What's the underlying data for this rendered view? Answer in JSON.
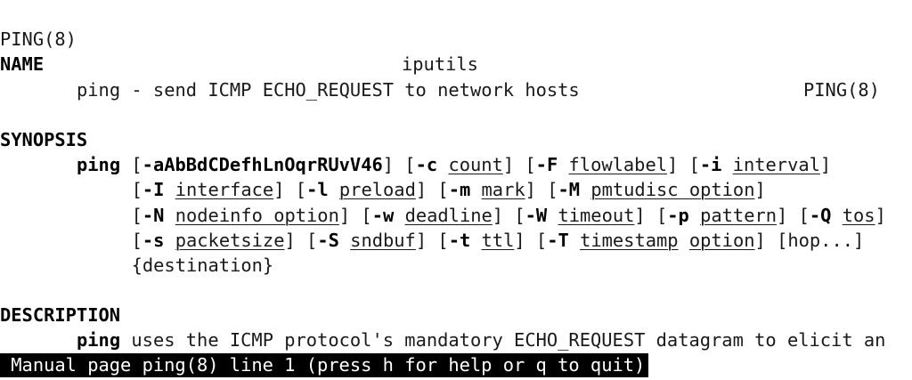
{
  "header": {
    "left": "PING(8)",
    "center": "iputils",
    "right": "PING(8)"
  },
  "name_section": {
    "heading": "NAME",
    "text": "ping - send ICMP ECHO_REQUEST to network hosts"
  },
  "synopsis_section": {
    "heading": "SYNOPSIS",
    "command": "ping",
    "lines": [
      [
        {
          "t": " [",
          "s": ""
        },
        {
          "t": "-aAbBdCDefhLnOqrRUvV46",
          "s": "b"
        },
        {
          "t": "] [",
          "s": ""
        },
        {
          "t": "-c",
          "s": "b"
        },
        {
          "t": " ",
          "s": ""
        },
        {
          "t": "count",
          "s": "u"
        },
        {
          "t": "] [",
          "s": ""
        },
        {
          "t": "-F",
          "s": "b"
        },
        {
          "t": " ",
          "s": ""
        },
        {
          "t": "flowlabel",
          "s": "u"
        },
        {
          "t": "] [",
          "s": ""
        },
        {
          "t": "-i",
          "s": "b"
        },
        {
          "t": " ",
          "s": ""
        },
        {
          "t": "interval",
          "s": "u"
        },
        {
          "t": "]",
          "s": ""
        }
      ],
      [
        {
          "t": "[",
          "s": ""
        },
        {
          "t": "-I",
          "s": "b"
        },
        {
          "t": " ",
          "s": ""
        },
        {
          "t": "interface",
          "s": "u"
        },
        {
          "t": "] [",
          "s": ""
        },
        {
          "t": "-l",
          "s": "b"
        },
        {
          "t": " ",
          "s": ""
        },
        {
          "t": "preload",
          "s": "u"
        },
        {
          "t": "] [",
          "s": ""
        },
        {
          "t": "-m",
          "s": "b"
        },
        {
          "t": " ",
          "s": ""
        },
        {
          "t": "mark",
          "s": "u"
        },
        {
          "t": "] [",
          "s": ""
        },
        {
          "t": "-M",
          "s": "b"
        },
        {
          "t": " ",
          "s": ""
        },
        {
          "t": "pmtudisc option",
          "s": "u"
        },
        {
          "t": "]",
          "s": ""
        }
      ],
      [
        {
          "t": "[",
          "s": ""
        },
        {
          "t": "-N",
          "s": "b"
        },
        {
          "t": " ",
          "s": ""
        },
        {
          "t": "nodeinfo option",
          "s": "u"
        },
        {
          "t": "] [",
          "s": ""
        },
        {
          "t": "-w",
          "s": "b"
        },
        {
          "t": " ",
          "s": ""
        },
        {
          "t": "deadline",
          "s": "u"
        },
        {
          "t": "] [",
          "s": ""
        },
        {
          "t": "-W",
          "s": "b"
        },
        {
          "t": " ",
          "s": ""
        },
        {
          "t": "timeout",
          "s": "u"
        },
        {
          "t": "] [",
          "s": ""
        },
        {
          "t": "-p",
          "s": "b"
        },
        {
          "t": " ",
          "s": ""
        },
        {
          "t": "pattern",
          "s": "u"
        },
        {
          "t": "] [",
          "s": ""
        },
        {
          "t": "-Q",
          "s": "b"
        },
        {
          "t": " ",
          "s": ""
        },
        {
          "t": "tos",
          "s": "u"
        },
        {
          "t": "]",
          "s": ""
        }
      ],
      [
        {
          "t": "[",
          "s": ""
        },
        {
          "t": "-s",
          "s": "b"
        },
        {
          "t": " ",
          "s": ""
        },
        {
          "t": "packetsize",
          "s": "u"
        },
        {
          "t": "] [",
          "s": ""
        },
        {
          "t": "-S",
          "s": "b"
        },
        {
          "t": " ",
          "s": ""
        },
        {
          "t": "sndbuf",
          "s": "u"
        },
        {
          "t": "] [",
          "s": ""
        },
        {
          "t": "-t",
          "s": "b"
        },
        {
          "t": " ",
          "s": ""
        },
        {
          "t": "ttl",
          "s": "u"
        },
        {
          "t": "] [",
          "s": ""
        },
        {
          "t": "-T",
          "s": "b"
        },
        {
          "t": " ",
          "s": ""
        },
        {
          "t": "timestamp",
          "s": "u"
        },
        {
          "t": " ",
          "s": ""
        },
        {
          "t": "option",
          "s": "u"
        },
        {
          "t": "] [hop...]",
          "s": ""
        }
      ],
      [
        {
          "t": "{destination}",
          "s": ""
        }
      ]
    ]
  },
  "description_section": {
    "heading": "DESCRIPTION",
    "command": "ping",
    "text": " uses the ICMP protocol's mandatory ECHO_REQUEST datagram to elicit an"
  },
  "status_bar": {
    "text": " Manual page ping(8) line 1 (press h for help or q to quit)"
  }
}
